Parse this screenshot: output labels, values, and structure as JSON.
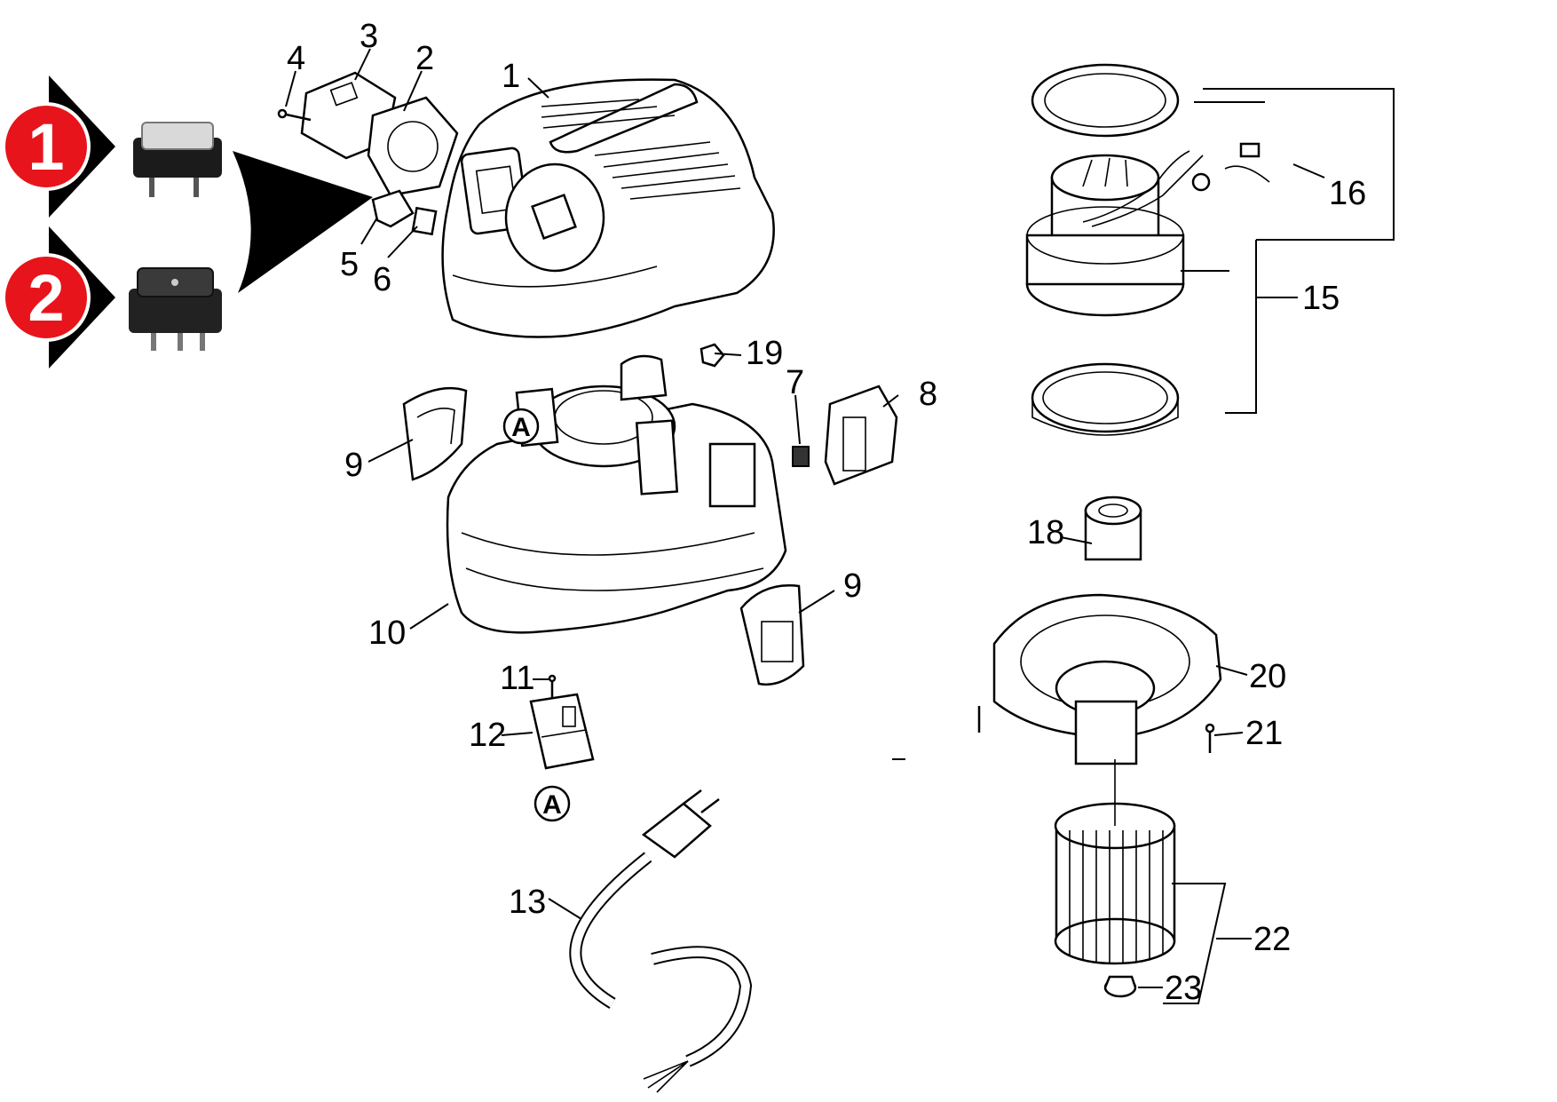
{
  "variants": [
    {
      "number": "1",
      "color": "#e8141b"
    },
    {
      "number": "2",
      "color": "#e8141b"
    }
  ],
  "callout_marker": "A",
  "parts": [
    {
      "no": "1"
    },
    {
      "no": "2"
    },
    {
      "no": "3"
    },
    {
      "no": "4"
    },
    {
      "no": "5"
    },
    {
      "no": "6"
    },
    {
      "no": "7"
    },
    {
      "no": "8"
    },
    {
      "no": "9"
    },
    {
      "no": "9"
    },
    {
      "no": "10"
    },
    {
      "no": "11"
    },
    {
      "no": "12"
    },
    {
      "no": "13"
    },
    {
      "no": "15"
    },
    {
      "no": "16"
    },
    {
      "no": "18"
    },
    {
      "no": "19"
    },
    {
      "no": "20"
    },
    {
      "no": "21"
    },
    {
      "no": "22"
    },
    {
      "no": "23"
    }
  ],
  "colors": {
    "badge": "#e8141b",
    "line": "#000000",
    "fill": "#ffffff"
  }
}
